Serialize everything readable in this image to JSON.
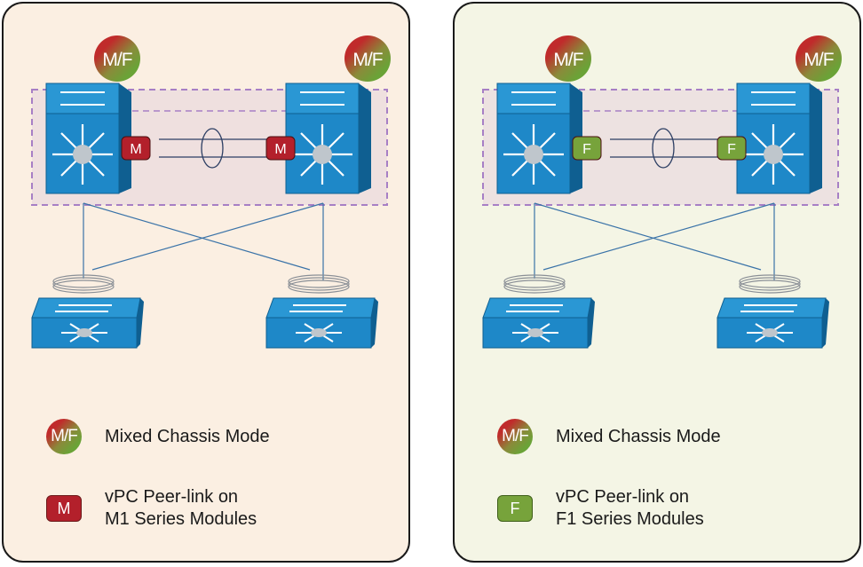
{
  "colors": {
    "switch_blue": "#1e88c8",
    "switch_dark": "#0f5f91",
    "m_module": "#b3202b",
    "f_module": "#77a33b",
    "vdc_dash": "#a77fc5",
    "left_bg": "#fbefe2",
    "right_bg": "#f4f5e5"
  },
  "panels": [
    {
      "mf_badge": "M/F",
      "module_label": "M",
      "module_color": "#b3202b",
      "legend": {
        "mf_label": "M/F",
        "mf_text": "Mixed Chassis Mode",
        "module_label": "M",
        "module_line1": "vPC Peer-link on",
        "module_line2": "M1  Series Modules"
      }
    },
    {
      "mf_badge": "M/F",
      "module_label": "F",
      "module_color": "#77a33b",
      "legend": {
        "mf_label": "M/F",
        "mf_text": "Mixed Chassis Mode",
        "module_label": "F",
        "module_line1": "vPC Peer-link on",
        "module_line2": "F1 Series Modules"
      }
    }
  ]
}
